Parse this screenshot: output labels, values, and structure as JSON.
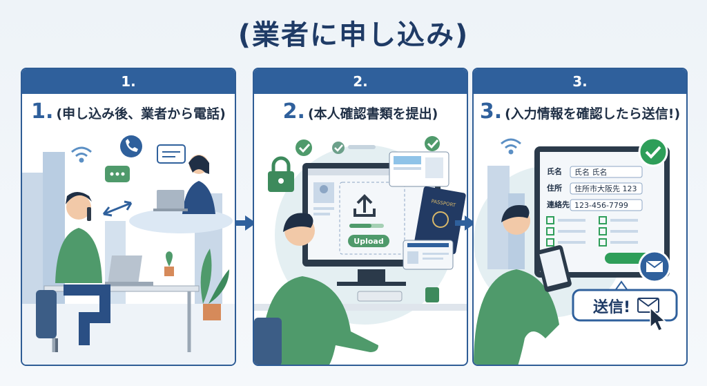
{
  "title": "(業者に申し込み)",
  "colors": {
    "primary": "#2f609c",
    "shirt": "#4f9a6b",
    "accent_green": "#2e9e59"
  },
  "panels": [
    {
      "header": "1.",
      "step_num": "1.",
      "step_label": "(申し込み後、業者から電話)"
    },
    {
      "header": "2.",
      "step_num": "2.",
      "step_label": "(本人確認書類を提出)",
      "upload_label": "Upload",
      "passport_label": "PASSPORT"
    },
    {
      "header": "3.",
      "step_num": "3.",
      "step_label": "(入力情報を確認したら送信!)",
      "form": {
        "rows": [
          {
            "label": "氏名",
            "value": "氏名 氏名"
          },
          {
            "label": "住所",
            "value": "住所市大阪先 123"
          },
          {
            "label": "連絡先",
            "value": "123-456-7799"
          }
        ]
      },
      "send_label": "送信!"
    }
  ]
}
